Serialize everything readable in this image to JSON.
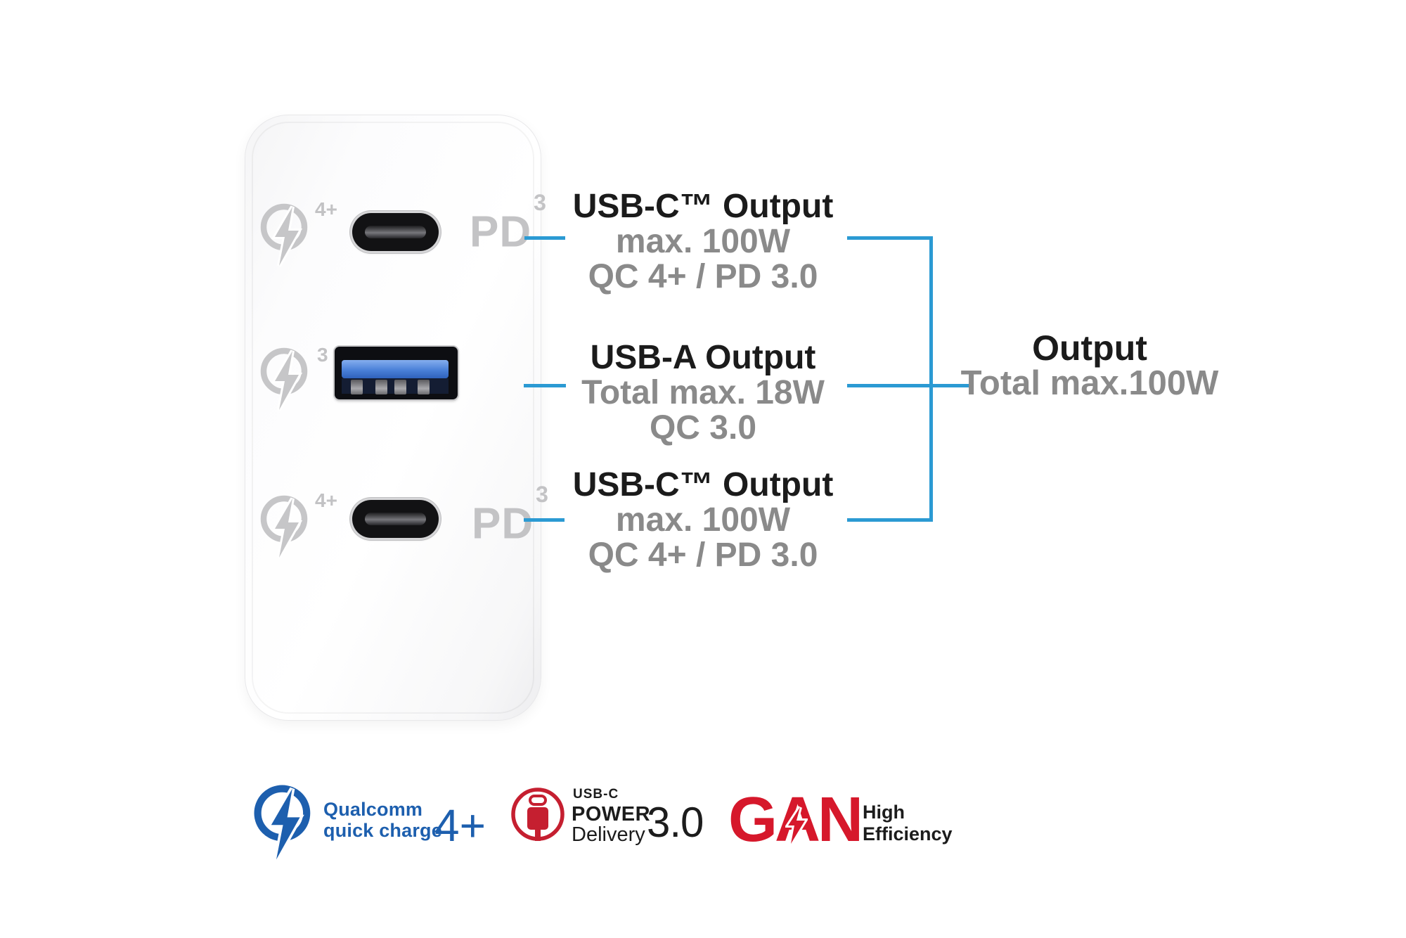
{
  "colors": {
    "accent_blue": "#2b9ad3",
    "label_gray": "#8a8a8a",
    "label_black": "#1b1b1b",
    "engraving_gray": "#c3c3c5",
    "qualcomm_blue": "#1d5fae",
    "pd_red": "#c51f30",
    "gan_red": "#d6182b"
  },
  "charger": {
    "ports": [
      {
        "type": "usb-c",
        "qc_badge": "4+",
        "pd_label": "PD",
        "pd_sup": "3"
      },
      {
        "type": "usb-a",
        "qc_badge": "3"
      },
      {
        "type": "usb-c",
        "qc_badge": "4+",
        "pd_label": "PD",
        "pd_sup": "3"
      }
    ]
  },
  "labels": [
    {
      "title": "USB-C™ Output",
      "line2": "max. 100W",
      "line3": "QC 4+ / PD 3.0"
    },
    {
      "title": "USB-A Output",
      "line2": "Total max. 18W",
      "line3": "QC 3.0"
    },
    {
      "title": "USB-C™ Output",
      "line2": "max. 100W",
      "line3": "QC 4+ / PD 3.0"
    }
  ],
  "total_output": {
    "title": "Output",
    "subtitle": "Total max.100W"
  },
  "badges": {
    "quick_charge": {
      "brand_line1": "Qualcomm",
      "brand_line2": "quick charge",
      "version": "4+"
    },
    "power_delivery": {
      "line1": "USB-C",
      "line2": "POWER",
      "line3": "Delivery",
      "version": "3.0"
    },
    "gan": {
      "name": "GAN",
      "line1": "High",
      "line2": "Efficiency"
    }
  }
}
